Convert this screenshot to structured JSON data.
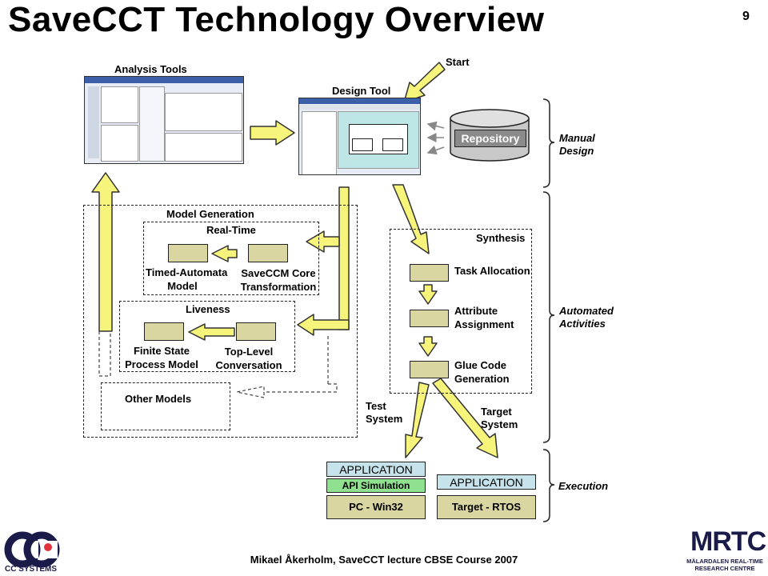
{
  "slide": {
    "title": "SaveCCT Technology Overview",
    "page_number": "9",
    "footer": "Mikael Åkerholm, SaveCCT lecture CBSE Course 2007"
  },
  "top": {
    "analysis_tools": "Analysis Tools",
    "design_tool": "Design Tool",
    "start": "Start",
    "repository": "Repository"
  },
  "model_generation": {
    "title": "Model Generation",
    "realtime": {
      "title": "Real-Time",
      "timed_automata": [
        "Timed-Automata",
        "Model"
      ],
      "core_transformation": [
        "SaveCCM Core",
        "Transformation"
      ]
    },
    "liveness": {
      "title": "Liveness",
      "fsp": [
        "Finite State",
        "Process Model"
      ],
      "top_level": [
        "Top-Level",
        "Conversation"
      ]
    },
    "other_models": "Other Models"
  },
  "synthesis": {
    "title": "Synthesis",
    "task_allocation": "Task Allocation",
    "attribute_assignment": [
      "Attribute",
      "Assignment"
    ],
    "glue_code": [
      "Glue Code",
      "Generation"
    ]
  },
  "systems": {
    "test": [
      "Test",
      "System"
    ],
    "target": [
      "Target",
      "System"
    ]
  },
  "execution": {
    "pc_stack": [
      "APPLICATION",
      "API Simulation",
      "PC - Win32"
    ],
    "target_stack": [
      "APPLICATION",
      "Target - RTOS"
    ],
    "colors": {
      "application": "#c6e2ea",
      "api": "#8fe08f",
      "platform": "#d9d6a1"
    }
  },
  "phases": {
    "manual": [
      "Manual",
      "Design"
    ],
    "automated": [
      "Automated",
      "Activities"
    ],
    "execution": "Execution"
  },
  "logos": {
    "cc_systems": "CC SYSTEMS",
    "mrtc": "MRTC",
    "mrtc_sub": [
      "MÄLARDALEN REAL-TIME",
      "RESEARCH CENTRE"
    ]
  }
}
